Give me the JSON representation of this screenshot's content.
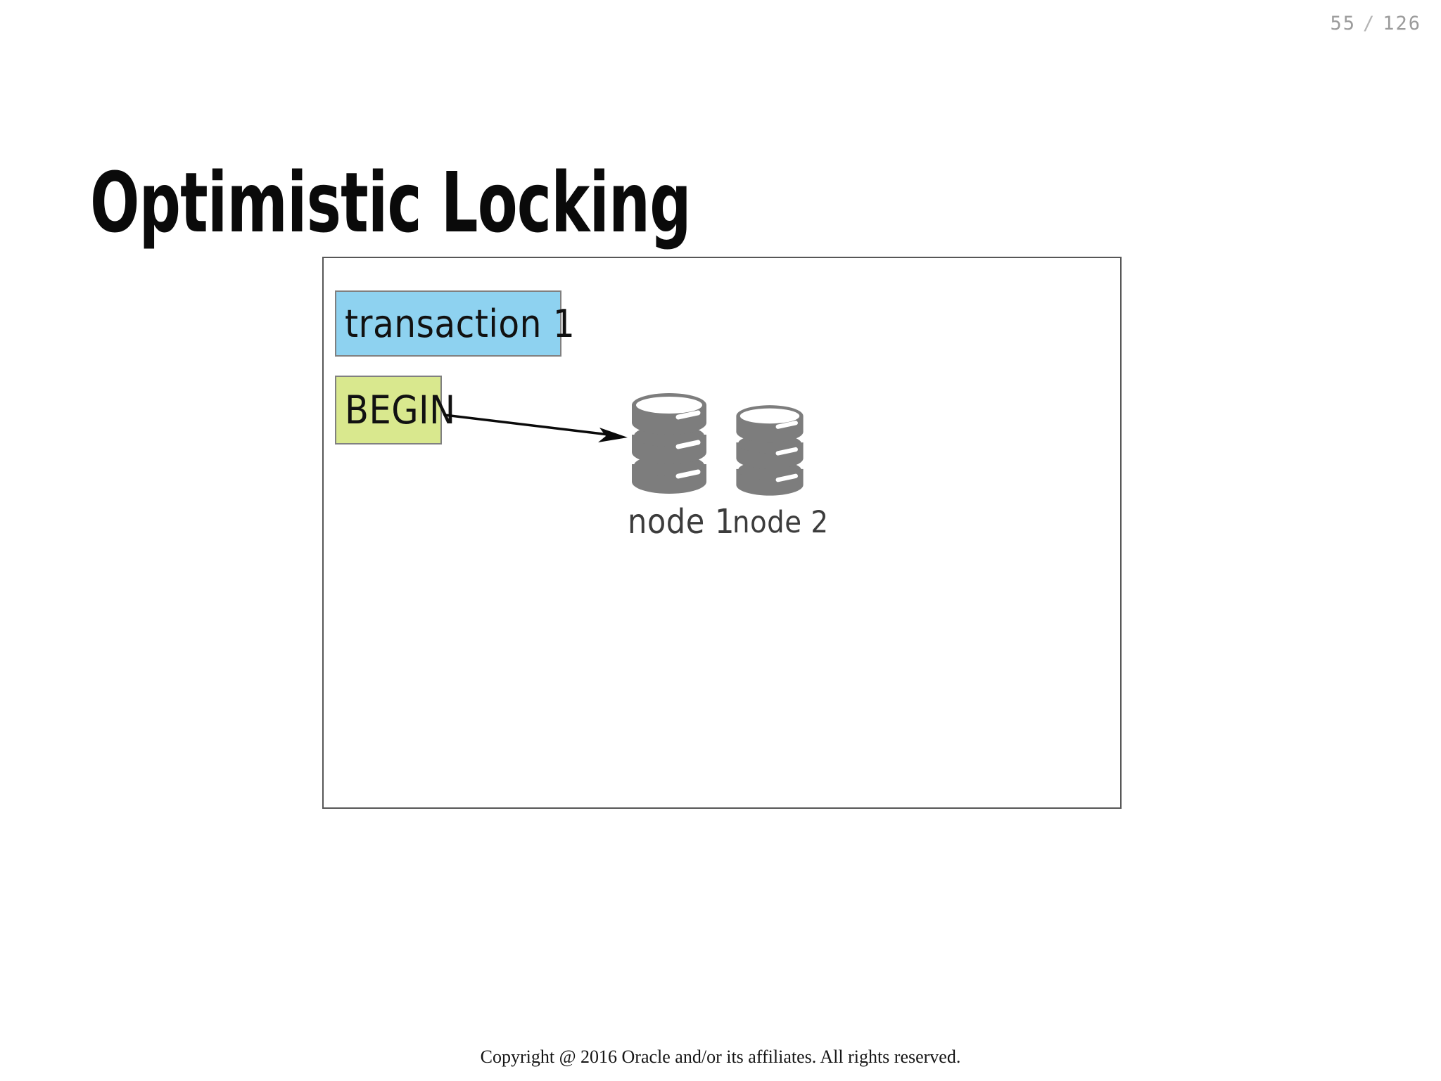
{
  "slide": {
    "title": "Optimistic Locking",
    "page_indicator": {
      "current": "55",
      "separator": "/",
      "total": "126"
    },
    "footer": "Copyright @ 2016 Oracle and/or its affiliates. All rights reserved."
  },
  "diagram": {
    "boxes": [
      {
        "id": "transaction-1",
        "label": "transaction 1",
        "fill": "#8ed2f0",
        "border": "#808080"
      },
      {
        "id": "begin",
        "label": "BEGIN",
        "fill": "#d9e88e",
        "border": "#808080"
      }
    ],
    "nodes": [
      {
        "id": "node-1",
        "label": "node 1",
        "color": "#7d7d7d"
      },
      {
        "id": "node-2",
        "label": "node 2",
        "color": "#7d7d7d"
      }
    ],
    "arrows": [
      {
        "id": "begin-to-node-1",
        "from": "begin",
        "to": "node-1",
        "color": "#000000"
      }
    ],
    "frame": {
      "border": "#575757"
    }
  }
}
